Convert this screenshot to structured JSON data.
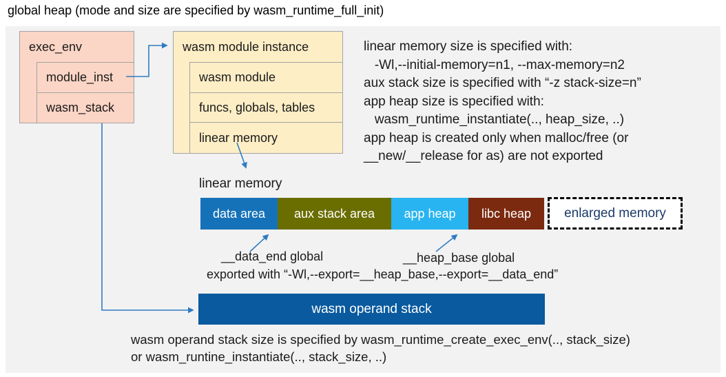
{
  "title": "global heap (mode and size are specified by wasm_runtime_full_init)",
  "exec_env_box": {
    "header": "exec_env",
    "rows": [
      {
        "label": "module_inst"
      },
      {
        "label": "wasm_stack"
      }
    ]
  },
  "module_instance_box": {
    "header": "wasm module instance",
    "rows": [
      {
        "label": "wasm module"
      },
      {
        "label": "funcs, globals, tables"
      },
      {
        "label": "linear memory"
      }
    ]
  },
  "right_notes": {
    "lines": [
      "linear memory size is specified with:",
      "   -Wl,--initial-memory=n1, --max-memory=n2",
      "aux stack size is specified with “-z stack-size=n”",
      "app heap size is specified with:",
      "   wasm_runtime_instantiate(.., heap_size, ..)",
      "app heap is created only when malloc/free (or",
      "__new/__release for as) are not exported"
    ]
  },
  "memory_bar": {
    "label": "linear memory",
    "segments": [
      {
        "label": "data area",
        "color": "#1672b8"
      },
      {
        "label": "aux stack area",
        "color": "#6a6d00"
      },
      {
        "label": "app heap",
        "color": "#28b4f0"
      },
      {
        "label": "libc heap",
        "color": "#7b2a10"
      }
    ],
    "enlarged_label": "enlarged memory",
    "enlarged_text_color": "#1b3a6b"
  },
  "annotations": {
    "data_end": "__data_end global",
    "heap_base": "__heap_base global",
    "exported": "exported with “-Wl,--export=__heap_base,--export=__data_end”"
  },
  "operand_stack": {
    "label": "wasm operand stack",
    "color": "#095a9e",
    "notes": [
      "wasm operand stack size is specified by wasm_runtime_create_exec_env(.., stack_size)",
      "or wasm_runtine_instantiate(.., stack_size, ..)"
    ]
  },
  "colors": {
    "connector": "#2f7bc3",
    "panel_bg": "#f2f2f2",
    "exec_env_fill": "#fbd5c5",
    "module_fill": "#fdeec6"
  }
}
